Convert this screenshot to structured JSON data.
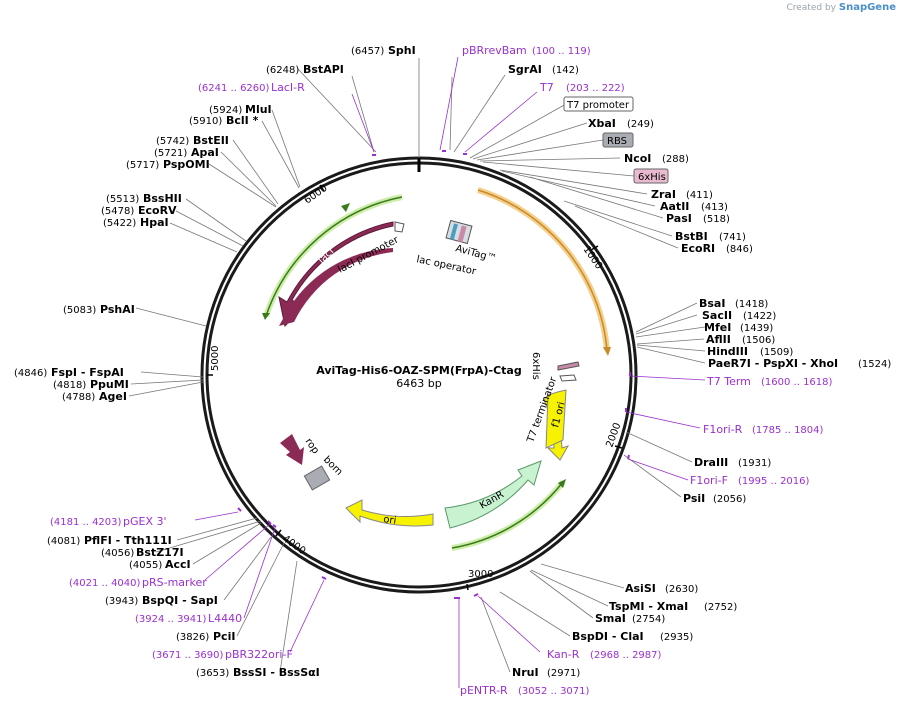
{
  "credit": {
    "created_by": "Created by",
    "brand": "SnapGene"
  },
  "plasmid": {
    "name": "AviTag-His6-OAZ-SPM(FrpA)-Ctag",
    "length": "6463 bp"
  },
  "ticks": [
    "1000",
    "2000",
    "3000",
    "4000",
    "5000",
    "6000"
  ],
  "site_labels": [
    {
      "id": "sphI",
      "pos": "(6457)",
      "name": "SphI"
    },
    {
      "id": "bstAPI",
      "pos": "(6248)",
      "name": "BstAPI"
    },
    {
      "id": "mluI",
      "pos": "(5924)",
      "name": "MluI"
    },
    {
      "id": "bclI",
      "pos": "(5910)",
      "name": "BclI *"
    },
    {
      "id": "bstEII",
      "pos": "(5742)",
      "name": "BstEII"
    },
    {
      "id": "apaI",
      "pos": "(5721)",
      "name": "ApaI"
    },
    {
      "id": "pspOMI",
      "pos": "(5717)",
      "name": "PspOMI"
    },
    {
      "id": "bssHII",
      "pos": "(5513)",
      "name": "BssHII"
    },
    {
      "id": "ecoRV",
      "pos": "(5478)",
      "name": "EcoRV"
    },
    {
      "id": "hpaI",
      "pos": "(5422)",
      "name": "HpaI"
    },
    {
      "id": "pshAI",
      "pos": "(5083)",
      "name": "PshAI"
    },
    {
      "id": "fspI",
      "pos": "(4846)",
      "name": "FspI   - FspAI"
    },
    {
      "id": "ppuMI",
      "pos": "(4818)",
      "name": "PpuMI"
    },
    {
      "id": "ageI",
      "pos": "(4788)",
      "name": "AgeI"
    },
    {
      "id": "pflFI",
      "pos": "(4081)",
      "name": "PflFI   - Tth111I"
    },
    {
      "id": "bstZ17I",
      "pos": "(4056)",
      "name": "BstZ17I"
    },
    {
      "id": "accI",
      "pos": "(4055)",
      "name": "AccI"
    },
    {
      "id": "bspQI",
      "pos": "(3943)",
      "name": "BspQI   - SapI"
    },
    {
      "id": "pciI",
      "pos": "(3826)",
      "name": "PciI"
    },
    {
      "id": "bssSI",
      "pos": "(3653)",
      "name": "BssSI   - BssSαI"
    },
    {
      "id": "sgrAI",
      "pos": "(142)",
      "name": "SgrAI"
    },
    {
      "id": "xbaI",
      "pos": "(249)",
      "name": "XbaI"
    },
    {
      "id": "ncoI",
      "pos": "(288)",
      "name": "NcoI"
    },
    {
      "id": "zraI",
      "pos": "(411)",
      "name": "ZraI"
    },
    {
      "id": "aatII",
      "pos": "(413)",
      "name": "AatII"
    },
    {
      "id": "pasI",
      "pos": "(518)",
      "name": "PasI"
    },
    {
      "id": "bstBI",
      "pos": "(741)",
      "name": "BstBI"
    },
    {
      "id": "ecoRI",
      "pos": "(846)",
      "name": "EcoRI"
    },
    {
      "id": "bsaI",
      "pos": "(1418)",
      "name": "BsaI"
    },
    {
      "id": "sacII",
      "pos": "(1422)",
      "name": "SacII"
    },
    {
      "id": "mfeI",
      "pos": "(1439)",
      "name": "MfeI"
    },
    {
      "id": "aflII",
      "pos": "(1506)",
      "name": "AflII"
    },
    {
      "id": "hindIII",
      "pos": "(1509)",
      "name": "HindIII"
    },
    {
      "id": "paeR7I",
      "pos": "(1524)",
      "name": "PaeR7I   - PspXI   - XhoI"
    },
    {
      "id": "draIII",
      "pos": "(1931)",
      "name": "DraIII"
    },
    {
      "id": "psiI",
      "pos": "(2056)",
      "name": "PsiI"
    },
    {
      "id": "asiSI",
      "pos": "(2630)",
      "name": "AsiSI"
    },
    {
      "id": "tspMI",
      "pos": "(2752)",
      "name": "TspMI   - XmaI"
    },
    {
      "id": "smaI",
      "pos": "(2754)",
      "name": "SmaI"
    },
    {
      "id": "bspDI",
      "pos": "(2935)",
      "name": "BspDI   - ClaI"
    },
    {
      "id": "nruI",
      "pos": "(2971)",
      "name": "NruI"
    }
  ],
  "primer_labels": [
    {
      "id": "lacIR",
      "range": "(6241 .. 6260)",
      "name": "LacI-R"
    },
    {
      "id": "pBRrevBam",
      "range": "(100 .. 119)",
      "name": "pBRrevBam"
    },
    {
      "id": "t7",
      "range": "(203 .. 222)",
      "name": "T7"
    },
    {
      "id": "t7term",
      "range": "(1600 .. 1618)",
      "name": "T7 Term"
    },
    {
      "id": "f1oriR",
      "range": "(1785 .. 1804)",
      "name": "F1ori-R"
    },
    {
      "id": "f1oriF",
      "range": "(1995 .. 2016)",
      "name": "F1ori-F"
    },
    {
      "id": "kanR",
      "range": "(2968 .. 2987)",
      "name": "Kan-R"
    },
    {
      "id": "pentrR",
      "range": "(3052 .. 3071)",
      "name": "pENTR-R"
    },
    {
      "id": "pgex3",
      "range": "(4181 .. 4203)",
      "name": "pGEX 3'"
    },
    {
      "id": "prsMarker",
      "range": "(4021 .. 4040)",
      "name": "pRS-marker"
    },
    {
      "id": "l4440",
      "range": "(3924 .. 3941)",
      "name": "L4440"
    },
    {
      "id": "pbr322oriF",
      "range": "(3671 .. 3690)",
      "name": "pBR322ori-F"
    }
  ],
  "boxed_labels": [
    {
      "id": "t7promoter",
      "name": "T7 promoter"
    },
    {
      "id": "rbs",
      "name": "RBS"
    },
    {
      "id": "sixhisBox",
      "name": "6xHis"
    }
  ],
  "features": {
    "lacI": "lacI",
    "lacIpromoter": "lacI promoter",
    "lacOperator": "lac operator",
    "aviTag": "AviTag™",
    "sixHis": "6xHis",
    "t7terminator": "T7 terminator",
    "f1ori": "f1 ori",
    "kanR": "KanR",
    "ori": "ori",
    "rop": "rop",
    "bom": "bom"
  },
  "colors": {
    "backbone": "#1a1a1a",
    "lacI": "#8b2a55",
    "kanR": "#c8f2d0",
    "ori": "#f7f200",
    "primer": "#9b30d0",
    "orfOrange": "#e8a43a",
    "orfGreen": "#8ccf4a"
  }
}
